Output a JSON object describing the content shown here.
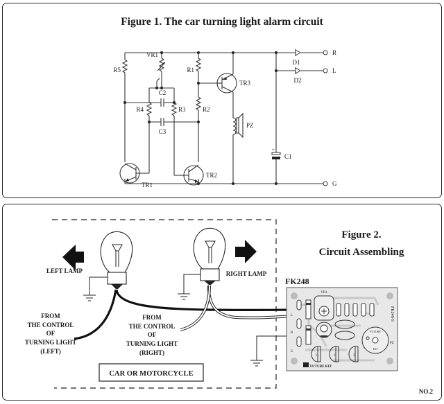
{
  "figure1": {
    "title": "Figure 1. The car turning light alarm circuit",
    "components": {
      "R5": "R5",
      "VR1": "VR1",
      "R1": "R1",
      "R2": "R2",
      "R3": "R3",
      "R4": "R4",
      "C1": "C1",
      "C2": "C2",
      "C3": "C3",
      "TR1": "TR1",
      "TR2": "TR2",
      "TR3": "TR3",
      "PZ": "PZ",
      "D1": "D1",
      "D2": "D2"
    },
    "terminals": {
      "right": "R",
      "left": "L",
      "ground": "G"
    },
    "c1_polarity": "+"
  },
  "figure2": {
    "title_line1": "Figure 2.",
    "title_line2": "Circuit Assembling",
    "left_lamp_label": "LEFT LAMP",
    "right_lamp_label": "RIGHT LAMP",
    "from_left": [
      "FROM",
      "THE CONTROL",
      "OF",
      "TURNING LIGHT",
      "(LEFT)"
    ],
    "from_right": [
      "FROM",
      "THE CONTROL",
      "OF",
      "TURNING LIGHT",
      "(RIGHT)"
    ],
    "vehicle_box": "CAR OR MOTORCYCLE",
    "kit_label": "FK248",
    "pcb": {
      "vr_label": "VR1",
      "pin_labels": [
        "L",
        "R",
        "G"
      ],
      "transistor_labels": [
        "1",
        "2",
        "3"
      ],
      "side_code": "FK248-S",
      "pz_label": "PZ",
      "buzzer_text": "FUTURE",
      "buzzer_sub": "KIT",
      "brand": "FUTURE KIT"
    },
    "page_number": "NO.2"
  }
}
